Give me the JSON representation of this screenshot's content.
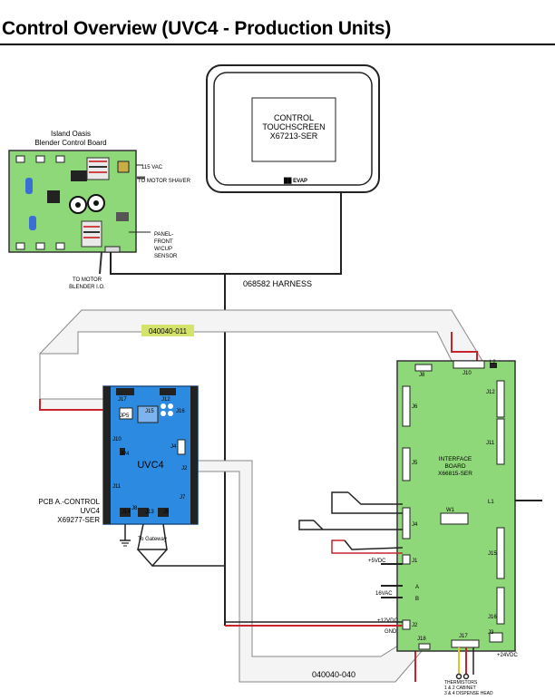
{
  "page": {
    "title": "Control Overview (UVC4 - Production Units)"
  },
  "touchscreen": {
    "line1": "CONTROL",
    "line2": "TOUCHSCREEN",
    "line3": "X67213-SER",
    "logo": "██ EVAP"
  },
  "blender_board": {
    "title_line1": "Island Oasis",
    "title_line2": "Blender Control Board",
    "label_115vac": "115 VAC",
    "label_motor_shaver": "TO MOTOR SHAVER",
    "label_panel_1": "PANEL-",
    "label_panel_2": "FRONT",
    "label_panel_3": "W/CUP",
    "label_panel_4": "SENSOR",
    "label_motor_blender_1": "TO MOTOR",
    "label_motor_blender_2": "BLENDER I.O."
  },
  "harness": {
    "top_label": "068582 HARNESS",
    "left_label": "040040-011",
    "bottom_label": "040040-040"
  },
  "uvc4": {
    "title": "UVC4",
    "pcb_label_1": "PCB A.-CONTROL",
    "pcb_label_2": "UVC4",
    "pcb_label_3": "X69277-SER",
    "j17": "J17",
    "j12": "J12",
    "j15": "J15",
    "j16": "J16",
    "jp5": "JP5",
    "j10": "J10",
    "j4": "J4",
    "jp4": "JP4",
    "j2": "J2",
    "j11": "J11",
    "j7": "J7",
    "j14": "J14",
    "j8": "J8",
    "j13": "J13",
    "j9": "J9",
    "gateway": "To Gateway"
  },
  "interface": {
    "title_1": "INTERFACE",
    "title_2": "BOARD",
    "title_3": "X66815-SER",
    "j8": "J8",
    "j10": "J10",
    "l2": "L2",
    "j12": "J12",
    "j6": "J6",
    "j11": "J11",
    "j5": "J5",
    "l1": "L1",
    "w1": "W1",
    "j4": "J4",
    "j1": "J1",
    "j15": "J15",
    "a": "A",
    "b": "B",
    "j16": "J16",
    "j2": "J2",
    "j3": "J3",
    "j18": "J18",
    "j17": "J17",
    "plus5vdc": "+5VDC",
    "vac16": "16VAC",
    "plus12vdc": "+12VDC",
    "gnd": "GND",
    "plus24vdc": "+24VDC",
    "thermistors_1": "THERMISTORS",
    "thermistors_2": "1 & 2 CABINET",
    "thermistors_3": "3 & 4 DISPENSE HEAD"
  },
  "colors": {
    "board_green": "#8fd87a",
    "uvc4_blue": "#2c8be0",
    "harness_red": "#c6252b",
    "harness_fill": "#f4f4f4"
  }
}
